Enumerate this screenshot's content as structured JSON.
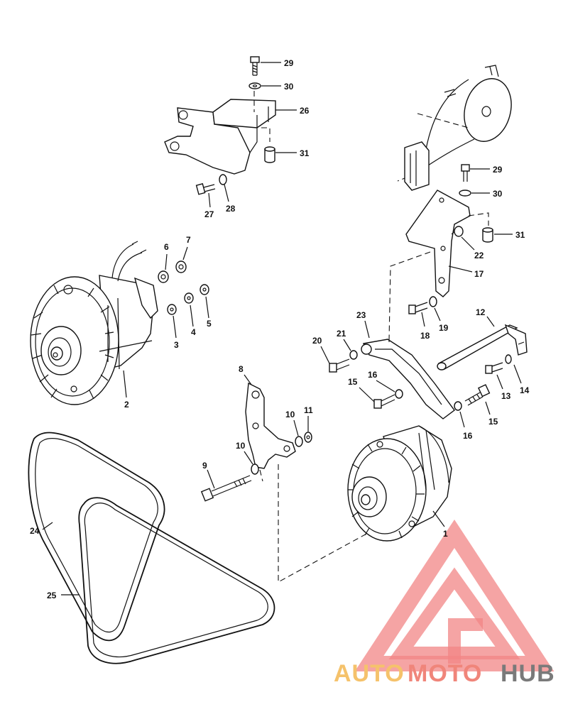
{
  "diagram": {
    "callouts": [
      {
        "id": "c29a",
        "label": "29"
      },
      {
        "id": "c30a",
        "label": "30"
      },
      {
        "id": "c26",
        "label": "26"
      },
      {
        "id": "c31a",
        "label": "31"
      },
      {
        "id": "c27",
        "label": "27"
      },
      {
        "id": "c28",
        "label": "28"
      },
      {
        "id": "c29b",
        "label": "29"
      },
      {
        "id": "c30b",
        "label": "30"
      },
      {
        "id": "c31b",
        "label": "31"
      },
      {
        "id": "c22",
        "label": "22"
      },
      {
        "id": "c17",
        "label": "17"
      },
      {
        "id": "c6",
        "label": "6"
      },
      {
        "id": "c7",
        "label": "7"
      },
      {
        "id": "c3",
        "label": "3"
      },
      {
        "id": "c4",
        "label": "4"
      },
      {
        "id": "c5",
        "label": "5"
      },
      {
        "id": "c2",
        "label": "2"
      },
      {
        "id": "c23",
        "label": "23"
      },
      {
        "id": "c18",
        "label": "18"
      },
      {
        "id": "c19",
        "label": "19"
      },
      {
        "id": "c12",
        "label": "12"
      },
      {
        "id": "c20",
        "label": "20"
      },
      {
        "id": "c21",
        "label": "21"
      },
      {
        "id": "c16a",
        "label": "16"
      },
      {
        "id": "c15a",
        "label": "15"
      },
      {
        "id": "c13",
        "label": "13"
      },
      {
        "id": "c14",
        "label": "14"
      },
      {
        "id": "c15b",
        "label": "15"
      },
      {
        "id": "c16b",
        "label": "16"
      },
      {
        "id": "c8",
        "label": "8"
      },
      {
        "id": "c10a",
        "label": "10"
      },
      {
        "id": "c11",
        "label": "11"
      },
      {
        "id": "c10b",
        "label": "10"
      },
      {
        "id": "c9",
        "label": "9"
      },
      {
        "id": "c1",
        "label": "1"
      },
      {
        "id": "c24",
        "label": "24"
      },
      {
        "id": "c25",
        "label": "25"
      }
    ]
  },
  "watermark": {
    "part1": "AUTO",
    "part2": "MOTO",
    "part3": "HUB",
    "color_light": "#F5C26B",
    "color_mid": "#F0857A",
    "color_dark": "#7A7A7A",
    "logo_color": "#F07070"
  }
}
